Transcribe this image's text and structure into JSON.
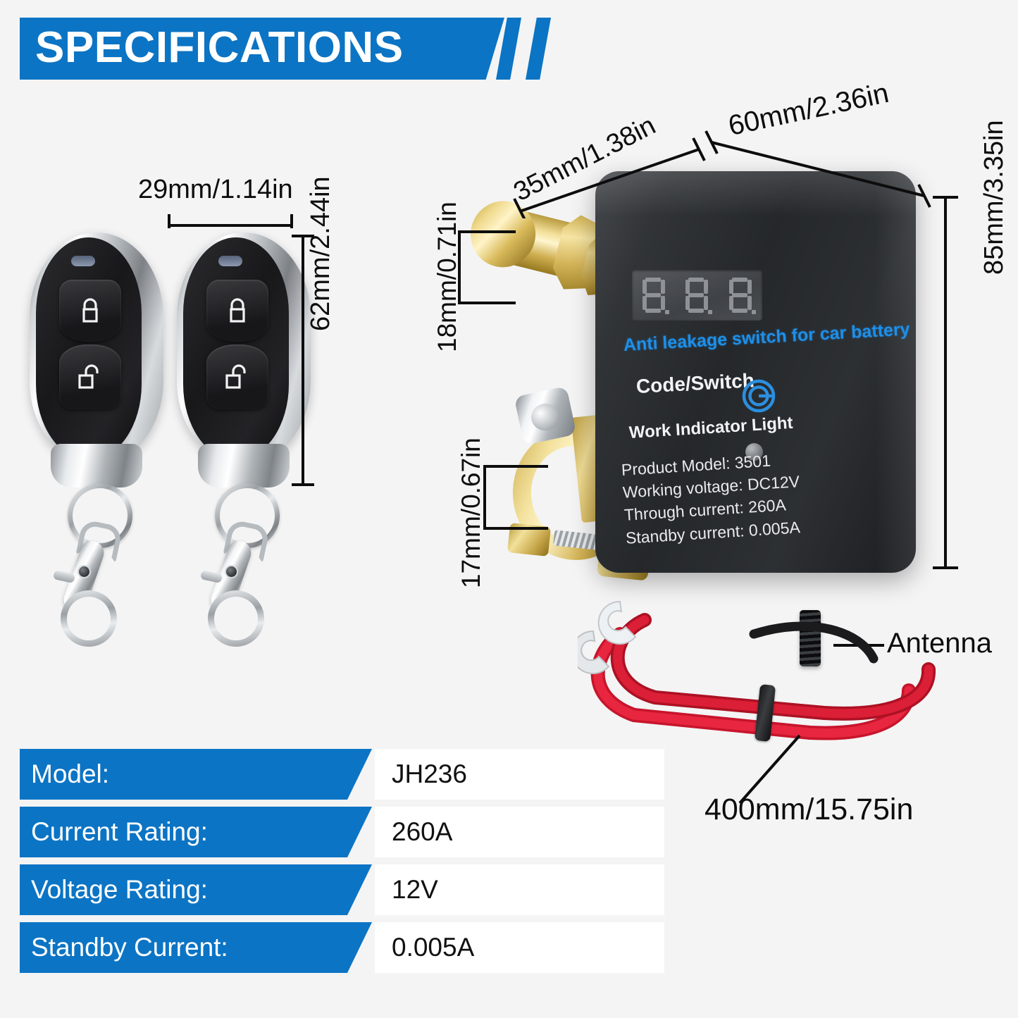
{
  "header": {
    "title": "SPECIFICATIONS",
    "accent_color": "#0c74c4"
  },
  "dimensions": {
    "remote_width": "29mm/1.14in",
    "remote_height": "62mm/2.44in",
    "terminal_post_diameter": "18mm/0.71in",
    "device_depth": "35mm/1.38in",
    "device_width": "60mm/2.36in",
    "device_height": "85mm/3.35in",
    "clamp_height": "17mm/0.67in",
    "cable_length": "400mm/15.75in"
  },
  "callouts": {
    "antenna": "Antenna"
  },
  "device_label": {
    "tagline": "Anti leakage switch for car battery",
    "code_switch": "Code/Switch",
    "work_indicator": "Work Indicator Light",
    "specs": [
      "Product  Model: 3501",
      "Working voltage: DC12V",
      "Through current: 260A",
      "Standby current: 0.005A"
    ],
    "display_value": "8.8.8.",
    "tagline_color": "#1e8fe8",
    "power_icon_color": "#2b8fe0"
  },
  "spec_table": {
    "rows": [
      {
        "label": "Model:",
        "value": "JH236"
      },
      {
        "label": "Current Rating:",
        "value": "260A"
      },
      {
        "label": "Voltage Rating:",
        "value": "12V"
      },
      {
        "label": "Standby Current:",
        "value": "0.005A"
      }
    ]
  },
  "icons": {
    "lock": "lock-icon",
    "unlock": "unlock-icon",
    "power": "power-icon"
  }
}
